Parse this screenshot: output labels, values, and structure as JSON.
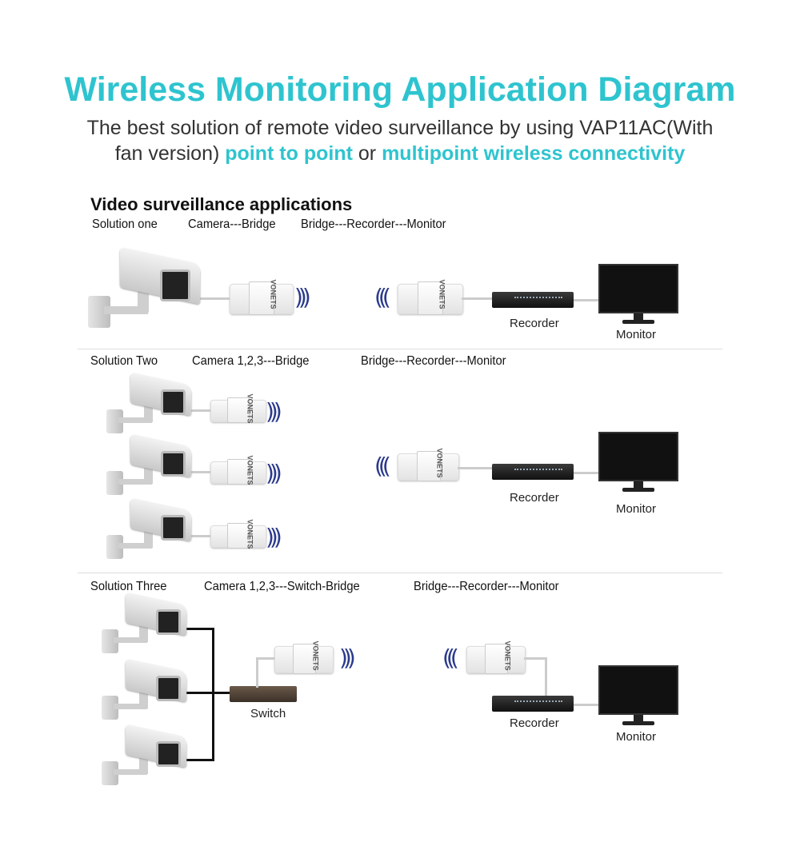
{
  "header": {
    "title": "Wireless Monitoring Application Diagram",
    "subtitle_line1": "The best solution of remote video surveillance by using VAP11AC(With",
    "subtitle_line2_a": "fan version)",
    "subtitle_line2_hl1": "point to point",
    "subtitle_line2_b": "or",
    "subtitle_line2_hl2": "multipoint wireless connectivity"
  },
  "section_title": "Video surveillance applications",
  "brand_mark": "VONETS",
  "solutions": [
    {
      "name": "Solution one",
      "left_flow": "Camera---Bridge",
      "right_flow": "Bridge---Recorder---Monitor",
      "recorder": "Recorder",
      "monitor": "Monitor"
    },
    {
      "name": "Solution Two",
      "left_flow": "Camera 1,2,3---Bridge",
      "right_flow": "Bridge---Recorder---Monitor",
      "recorder": "Recorder",
      "monitor": "Monitor"
    },
    {
      "name": "Solution Three",
      "left_flow": "Camera 1,2,3---Switch-Bridge",
      "right_flow": "Bridge---Recorder---Monitor",
      "switch": "Switch",
      "recorder": "Recorder",
      "monitor": "Monitor"
    }
  ],
  "colors": {
    "accent": "#2ec4cf",
    "wave": "#2b3a8c"
  }
}
